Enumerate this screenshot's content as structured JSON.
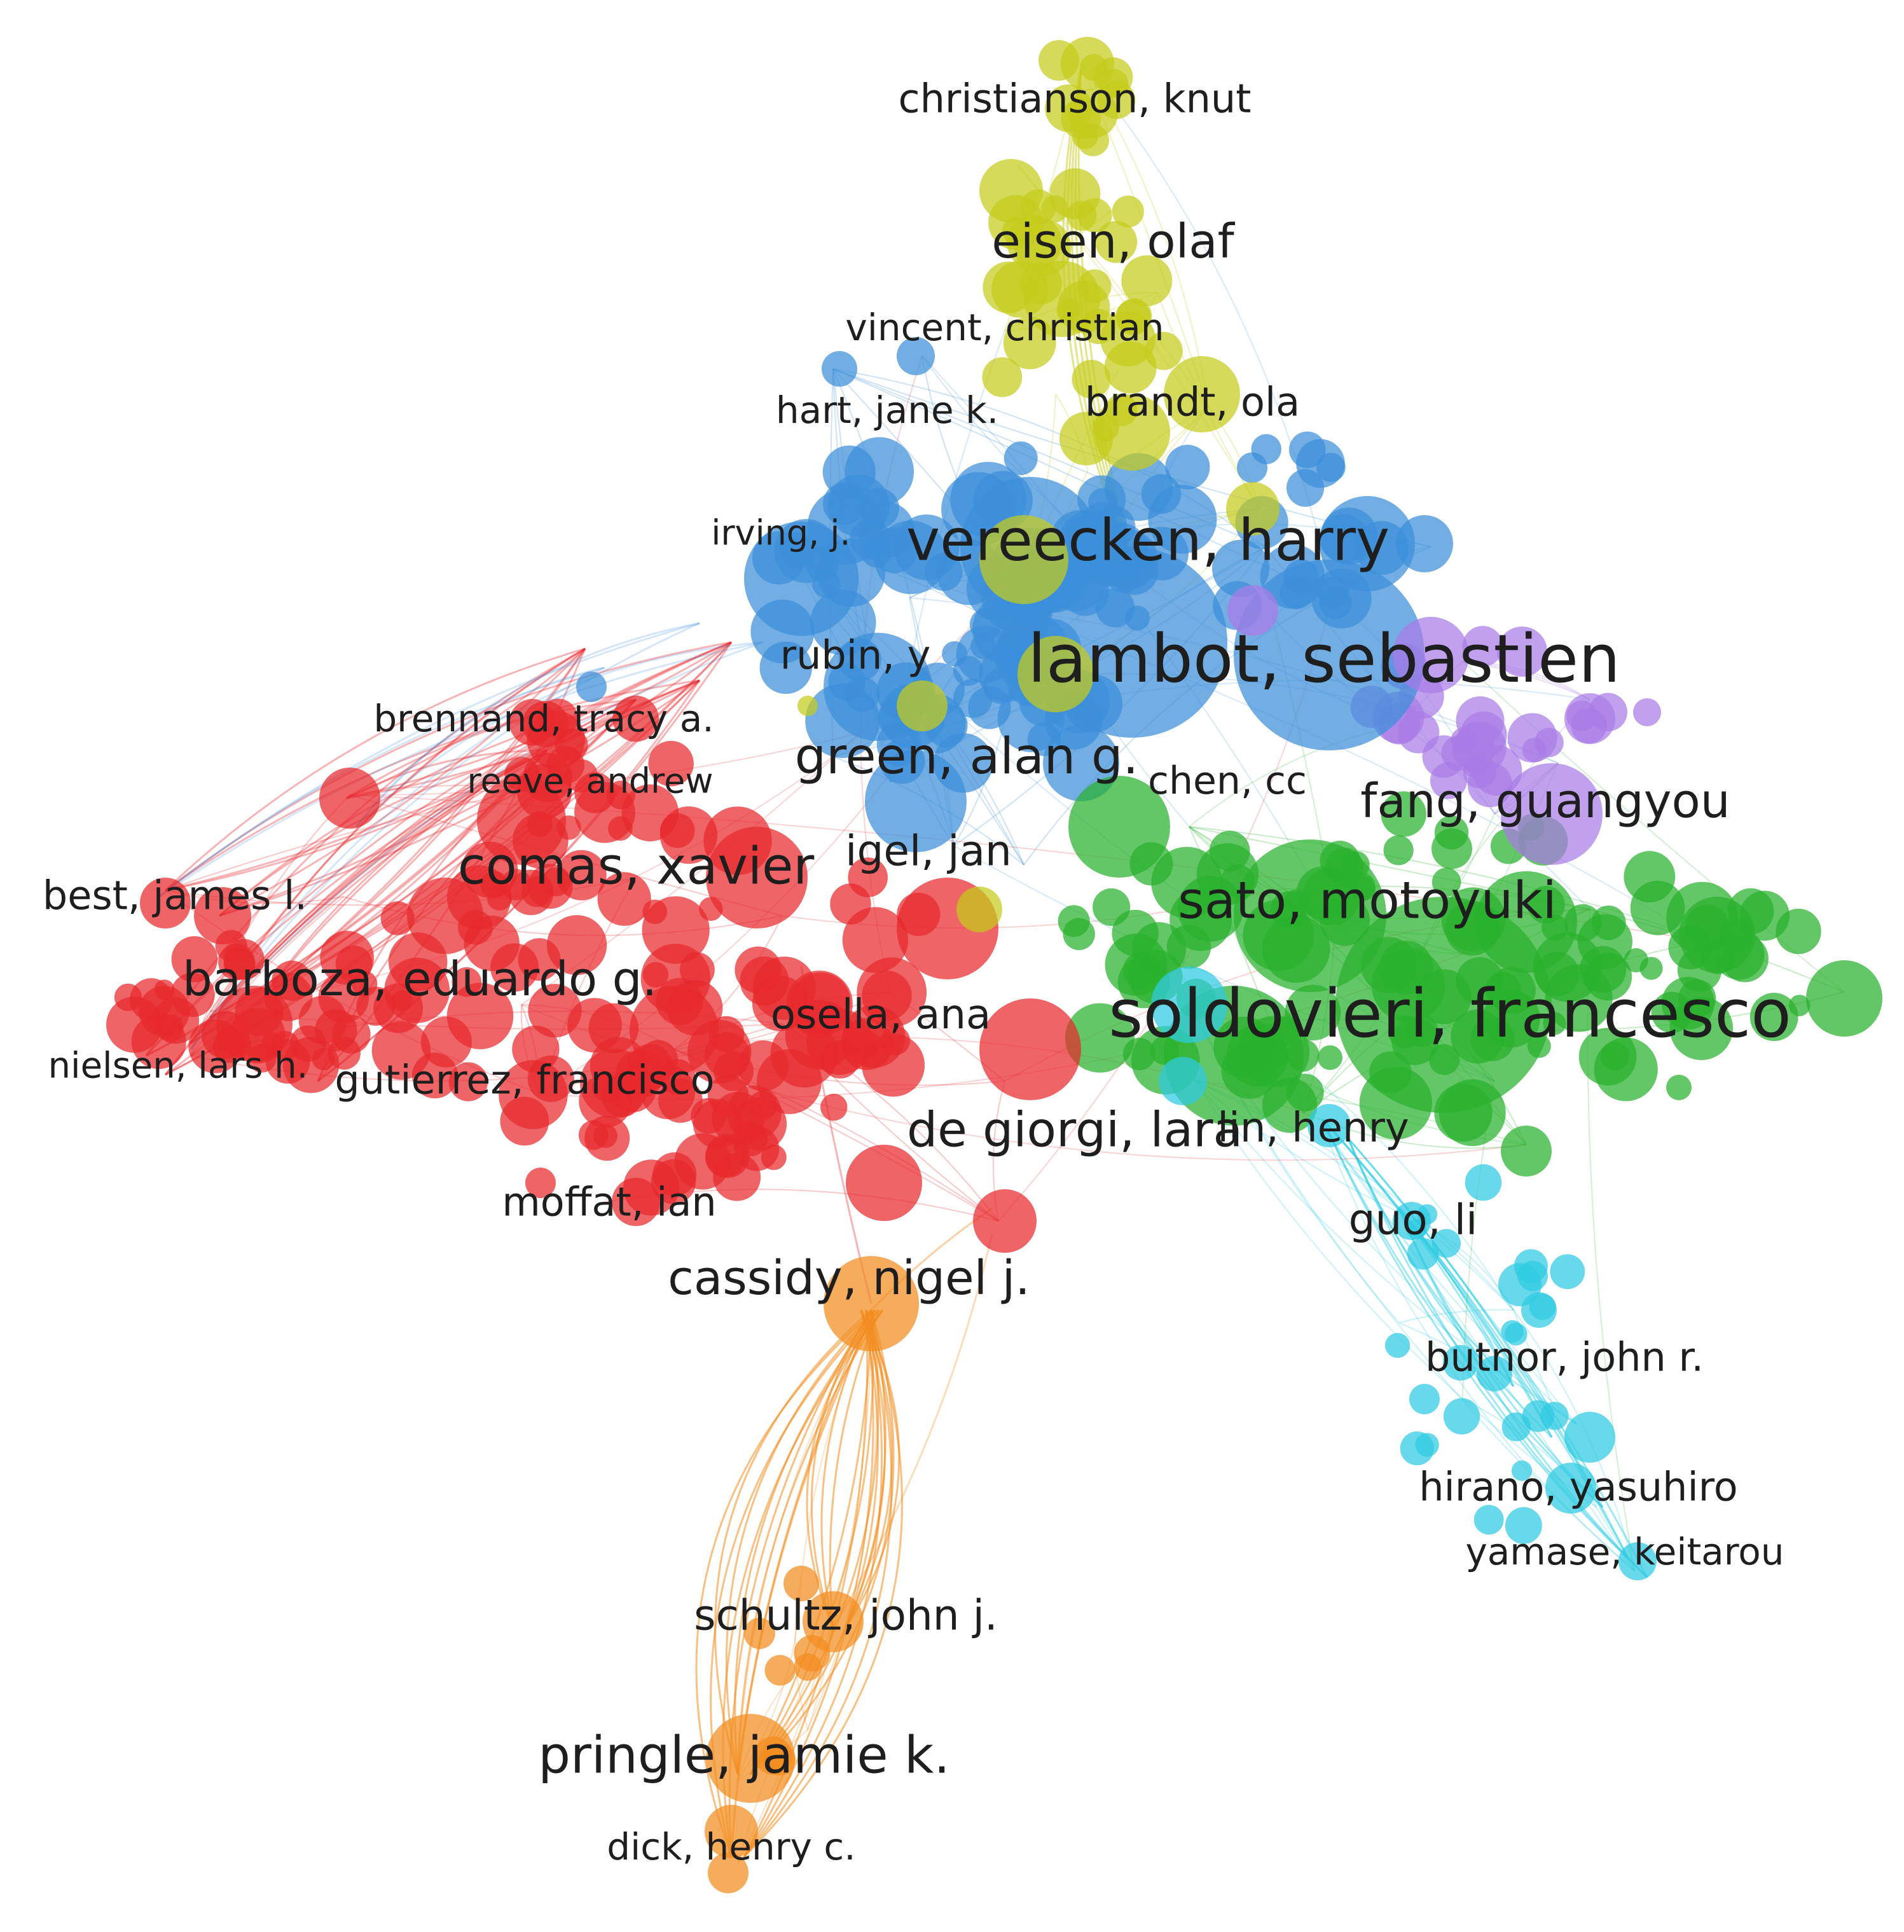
{
  "colors": {
    "red": "#e8282d",
    "green": "#28b12c",
    "blue": "#3b8fd9",
    "yellow": "#c5cc1a",
    "purple": "#a97ce6",
    "cyan": "#2ecbe2",
    "orange": "#f28c1e"
  },
  "clusters": [
    {
      "id": "red",
      "color_key": "red"
    },
    {
      "id": "green",
      "color_key": "green"
    },
    {
      "id": "blue",
      "color_key": "blue"
    },
    {
      "id": "yellow",
      "color_key": "yellow"
    },
    {
      "id": "purple",
      "color_key": "purple"
    },
    {
      "id": "cyan",
      "color_key": "cyan"
    },
    {
      "id": "orange",
      "color_key": "orange"
    }
  ],
  "labels": [
    {
      "text": "christianson, knut",
      "cluster": "yellow"
    },
    {
      "text": "eisen, olaf",
      "cluster": "yellow"
    },
    {
      "text": "vincent, christian",
      "cluster": "yellow"
    },
    {
      "text": "brandt, ola",
      "cluster": "yellow"
    },
    {
      "text": "hart, jane k.",
      "cluster": "blue"
    },
    {
      "text": "irving, j.",
      "cluster": "blue"
    },
    {
      "text": "vereecken, harry",
      "cluster": "blue"
    },
    {
      "text": "lambot, sebastien",
      "cluster": "blue"
    },
    {
      "text": "rubin, y",
      "cluster": "blue"
    },
    {
      "text": "brennand, tracy a.",
      "cluster": "red"
    },
    {
      "text": "reeve, andrew",
      "cluster": "red"
    },
    {
      "text": "green, alan g.",
      "cluster": "blue"
    },
    {
      "text": "chen, cc",
      "cluster": "purple"
    },
    {
      "text": "fang, guangyou",
      "cluster": "purple"
    },
    {
      "text": "comas, xavier",
      "cluster": "red"
    },
    {
      "text": "igel, jan",
      "cluster": "red"
    },
    {
      "text": "sato, motoyuki",
      "cluster": "green"
    },
    {
      "text": "best, james l.",
      "cluster": "red"
    },
    {
      "text": "barboza, eduardo g.",
      "cluster": "red"
    },
    {
      "text": "soldovieri, francesco",
      "cluster": "green"
    },
    {
      "text": "osella, ana",
      "cluster": "red"
    },
    {
      "text": "nielsen, lars h.",
      "cluster": "red"
    },
    {
      "text": "gutierrez, francisco",
      "cluster": "red"
    },
    {
      "text": "de giorgi, lara",
      "cluster": "red"
    },
    {
      "text": "lin, henry",
      "cluster": "cyan"
    },
    {
      "text": "moffat, ian",
      "cluster": "red"
    },
    {
      "text": "guo, li",
      "cluster": "cyan"
    },
    {
      "text": "cassidy, nigel j.",
      "cluster": "orange"
    },
    {
      "text": "butnor, john r.",
      "cluster": "cyan"
    },
    {
      "text": "hirano, yasuhiro",
      "cluster": "cyan"
    },
    {
      "text": "yamase, keitarou",
      "cluster": "cyan"
    },
    {
      "text": "schultz, john j.",
      "cluster": "orange"
    },
    {
      "text": "pringle, jamie k.",
      "cluster": "orange"
    },
    {
      "text": "dick, henry c.",
      "cluster": "orange"
    }
  ]
}
